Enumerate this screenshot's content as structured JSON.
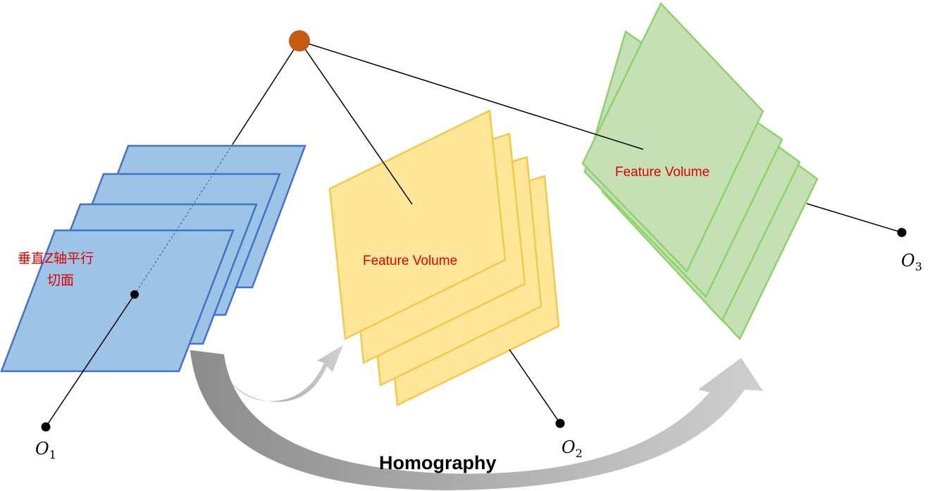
{
  "labels": {
    "slice_line1": "垂直Z轴平行",
    "slice_line2": "切面",
    "feature_volume_yellow": "Feature Volume",
    "feature_volume_green": "Feature Volume",
    "homography": "Homography"
  },
  "camera_centers": [
    {
      "base": "O",
      "sub": "1"
    },
    {
      "base": "O",
      "sub": "2"
    },
    {
      "base": "O",
      "sub": "3"
    }
  ],
  "colors": {
    "blue_fill": "#9dc3e6",
    "blue_stroke": "#4472c4",
    "yellow_fill": "#ffe699",
    "yellow_stroke": "#f2c94c",
    "green_fill": "#c5e0b4",
    "green_stroke": "#8fd16a",
    "point": "#c55a11",
    "label_red": "#e00000",
    "arrow_gray": "#a6a6a6"
  }
}
